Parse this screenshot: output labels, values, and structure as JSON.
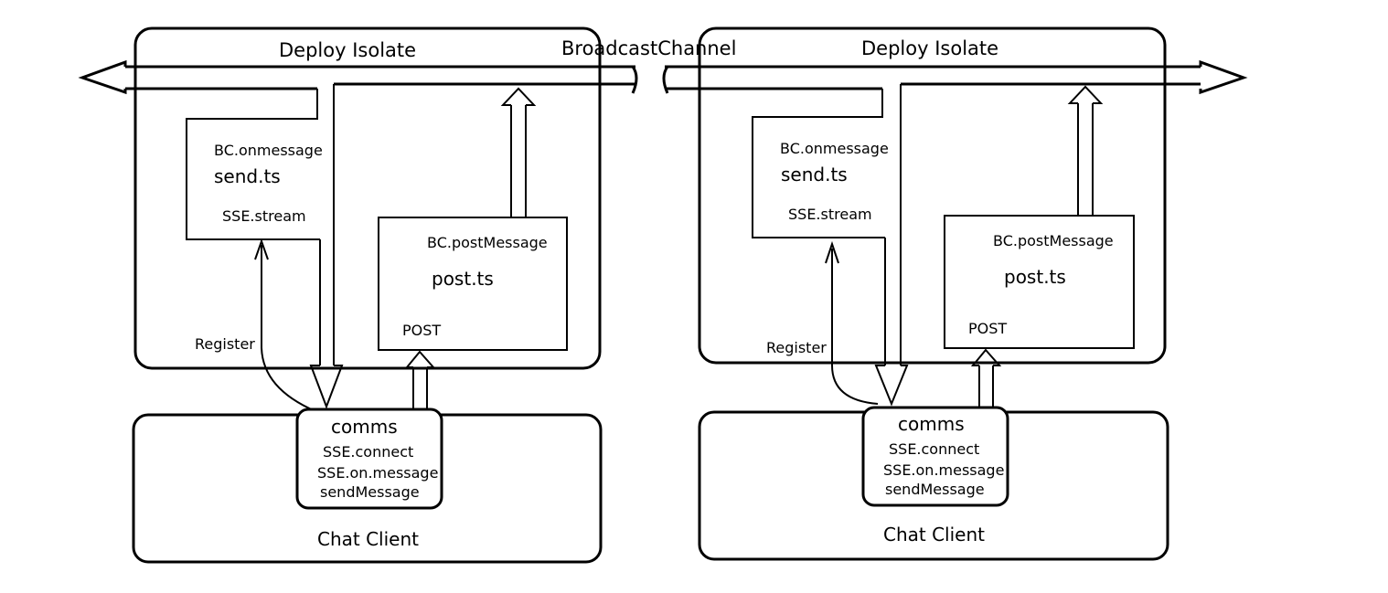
{
  "bus": {
    "label": "BroadcastChannel"
  },
  "diagram_left": {
    "isolate_title": "Deploy Isolate",
    "send_box": {
      "onmessage": "BC.onmessage",
      "file": "send.ts",
      "stream": "SSE.stream"
    },
    "post_box": {
      "postmessage": "BC.postMessage",
      "file": "post.ts",
      "method": "POST"
    },
    "register_label": "Register",
    "comms": {
      "title": "comms",
      "connect": "SSE.connect",
      "on_message": "SSE.on.message",
      "send": "sendMessage"
    },
    "client_label": "Chat Client"
  },
  "diagram_right": {
    "isolate_title": "Deploy Isolate",
    "send_box": {
      "onmessage": "BC.onmessage",
      "file": "send.ts",
      "stream": "SSE.stream"
    },
    "post_box": {
      "postmessage": "BC.postMessage",
      "file": "post.ts",
      "method": "POST"
    },
    "register_label": "Register",
    "comms": {
      "title": "comms",
      "connect": "SSE.connect",
      "on_message": "SSE.on.message",
      "send": "sendMessage"
    },
    "client_label": "Chat Client"
  }
}
